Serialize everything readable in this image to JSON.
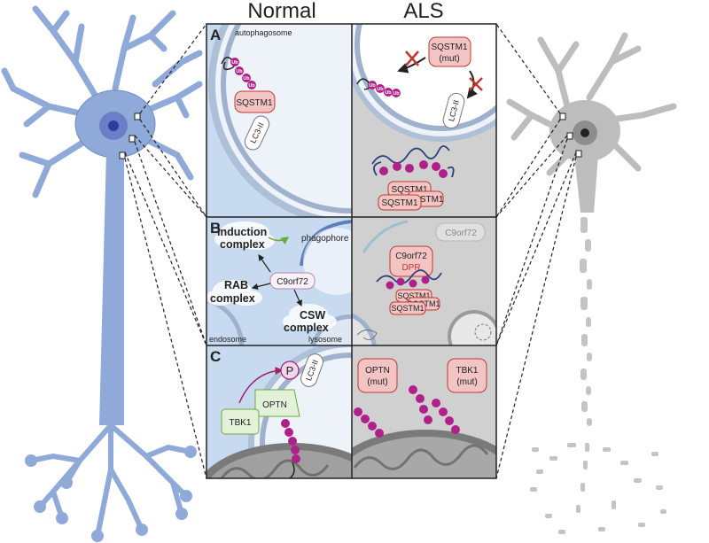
{
  "headers": {
    "normal": "Normal",
    "als": "ALS"
  },
  "panels": {
    "a": {
      "letter": "A",
      "autophagosome": "autophagosome",
      "ub": "Ub",
      "sqstm1": "SQSTM1",
      "sqstm1_mut_1": "SQSTM1",
      "sqstm1_mut_2": "(mut)",
      "lc3": "LC3-II"
    },
    "b": {
      "letter": "B",
      "induction_1": "induction",
      "induction_2": "complex",
      "phagophore": "phagophore",
      "c9orf72": "C9orf72",
      "rab_1": "RAB",
      "rab_2": "complex",
      "csw_1": "CSW",
      "csw_2": "complex",
      "endosome": "endosome",
      "lysosome": "lysosome",
      "dpr": "DPR"
    },
    "c": {
      "letter": "C",
      "p": "P",
      "optn": "OPTN",
      "tbk1": "TBK1",
      "mut": "(mut)"
    }
  },
  "colors": {
    "neuron_normal": "#8fa9d8",
    "neuron_als": "#bdbdbd",
    "panel_normal": "#c8daf0",
    "panel_als": "#d0d0d0",
    "sqstm1_fill": "#f2c4c4",
    "ubiquitin": "#b0208a",
    "inhibit": "#c0392b"
  }
}
